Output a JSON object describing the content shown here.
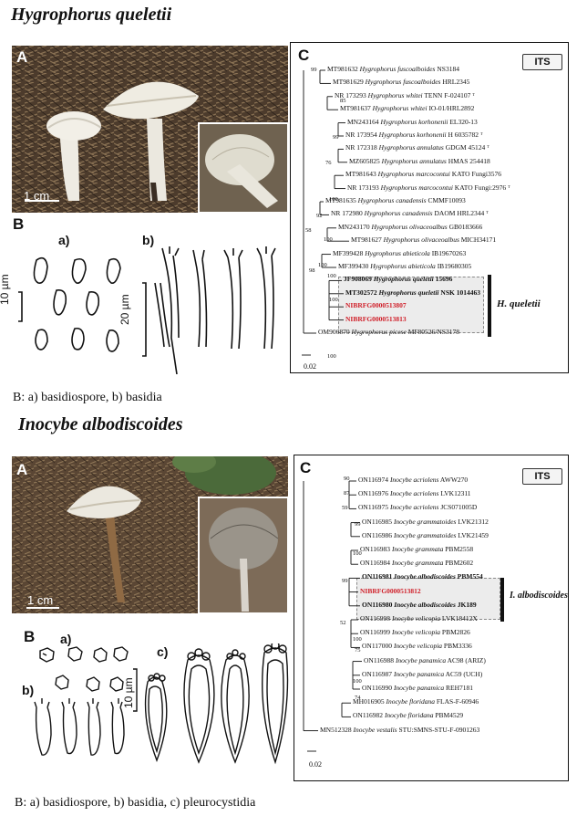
{
  "fig1": {
    "title": "Hygrophorus queletii",
    "panel_a": "A",
    "panel_b": "B",
    "panel_c": "C",
    "scale_photo": "1 cm",
    "b_a": "a)",
    "b_b": "b)",
    "scale_spore": "10 µm",
    "scale_basidia": "20 µm",
    "its": "ITS",
    "clade_label": "H. queletii",
    "scale_tree": "0.02",
    "caption": "B: a) basidiospore, b) basidia",
    "taxa": [
      {
        "acc": "MT981632",
        "name": "Hygrophorus fuscoalboides",
        "voucher": "NS3184"
      },
      {
        "acc": "MT981629",
        "name": "Hygrophorus fuscoalboides",
        "voucher": "HRL2345"
      },
      {
        "acc": "NR 173293",
        "name": "Hygrophorus whitei",
        "voucher": "TENN F-024107 ᵀ"
      },
      {
        "acc": "MT981637",
        "name": "Hygrophorus whitei",
        "voucher": "IO-01/HRL2892"
      },
      {
        "acc": "MN243164",
        "name": "Hygrophorus korhonenii",
        "voucher": "EL320-13"
      },
      {
        "acc": "NR 173954",
        "name": "Hygrophorus korhonenii",
        "voucher": "H 6035782 ᵀ"
      },
      {
        "acc": "NR 172318",
        "name": "Hygrophorus annulatus",
        "voucher": "GDGM 45124 ᵀ"
      },
      {
        "acc": "MZ605825",
        "name": "Hygrophorus annulatus",
        "voucher": "HMAS 254418"
      },
      {
        "acc": "MT981643",
        "name": "Hygrophorus marcocontui",
        "voucher": "KATO Fungi3576"
      },
      {
        "acc": "NR 173193",
        "name": "Hygrophorus marcocontui",
        "voucher": "KATO Fungi:2976 ᵀ"
      },
      {
        "acc": "MT981635",
        "name": "Hygrophorus canadensis",
        "voucher": "CMMF10093"
      },
      {
        "acc": "NR 172980",
        "name": "Hygrophorus canadensis",
        "voucher": "DAOM HRL2344 ᵀ"
      },
      {
        "acc": "MN243170",
        "name": "Hygrophorus olivaceoalbus",
        "voucher": "GB0183666"
      },
      {
        "acc": "MT981627",
        "name": "Hygrophorus olivaceoalbus",
        "voucher": "MICH34171"
      },
      {
        "acc": "MF399428",
        "name": "Hygrophorus abieticola",
        "voucher": "IB19670263"
      },
      {
        "acc": "MF399430",
        "name": "Hygrophorus abieticola",
        "voucher": "IB19680305"
      },
      {
        "acc": "JF908069",
        "name": "Hygrophorus queletii",
        "voucher": "15696"
      },
      {
        "acc": "MT302572",
        "name": "Hygrophorus queletii",
        "voucher": "NSK 1014463"
      },
      {
        "acc": "NIBRFG0000513807",
        "name": "",
        "voucher": ""
      },
      {
        "acc": "NIBRFG0000513813",
        "name": "",
        "voucher": ""
      },
      {
        "acc": "OM906870",
        "name": "Hygrophorus picese",
        "voucher": "MF80526/NS3178"
      }
    ],
    "bootstrap": [
      "99",
      "85",
      "99",
      "76",
      "100",
      "92",
      "100",
      "58",
      "100",
      "98",
      "100",
      "100",
      "100"
    ]
  },
  "fig2": {
    "title": "Inocybe albodiscoides",
    "panel_a": "A",
    "panel_b": "B",
    "panel_c": "C",
    "scale_photo": "1 cm",
    "b_a": "a)",
    "b_b": "b)",
    "b_c": "c)",
    "scale_spore": "10 µm",
    "its": "ITS",
    "clade_label": "I. albodiscoides",
    "scale_tree": "0.02",
    "caption": "B: a) basidiospore, b) basidia, c) pleurocystidia",
    "taxa": [
      {
        "acc": "ON116974",
        "name": "Inocybe acriolens",
        "voucher": "AWW270"
      },
      {
        "acc": "ON116976",
        "name": "Inocybe acriolens",
        "voucher": "LVK12311"
      },
      {
        "acc": "ON116975",
        "name": "Inocybe acriolens",
        "voucher": "JCS071005D"
      },
      {
        "acc": "ON116985",
        "name": "Inocybe grammatoides",
        "voucher": "LVK21312"
      },
      {
        "acc": "ON116986",
        "name": "Inocybe grammatoides",
        "voucher": "LVK21459"
      },
      {
        "acc": "ON116983",
        "name": "Inocybe grammata",
        "voucher": "PBM2558"
      },
      {
        "acc": "ON116984",
        "name": "Inocybe grammata",
        "voucher": "PBM2602"
      },
      {
        "acc": "ON116981",
        "name": "Inocybe albodiscoides",
        "voucher": "PBM554"
      },
      {
        "acc": "NIBRFG0000513812",
        "name": "",
        "voucher": ""
      },
      {
        "acc": "ON116980",
        "name": "Inocybe albodiscoides",
        "voucher": "JK189"
      },
      {
        "acc": "ON116998",
        "name": "Inocybe velicopia",
        "voucher": "LVK18412X"
      },
      {
        "acc": "ON116999",
        "name": "Inocybe velicopia",
        "voucher": "PBM2826"
      },
      {
        "acc": "ON117000",
        "name": "Inocybe velicopia",
        "voucher": "PBM3336"
      },
      {
        "acc": "ON116988",
        "name": "Inocybe panamica",
        "voucher": "AC98 (ARIZ)"
      },
      {
        "acc": "ON116987",
        "name": "Inocybe panamica",
        "voucher": "AC59 (UCH)"
      },
      {
        "acc": "ON116990",
        "name": "Inocybe panamica",
        "voucher": "REH7181"
      },
      {
        "acc": "MH016905",
        "name": "Inocybe floridana",
        "voucher": "FLAS-F-60946"
      },
      {
        "acc": "ON116982",
        "name": "Inocybe floridana",
        "voucher": "PBM4529"
      },
      {
        "acc": "MN512328",
        "name": "Inocybe vestalis",
        "voucher": "STU:SMNS-STU-F-0901263"
      }
    ],
    "bootstrap": [
      "90",
      "87",
      "59",
      "99",
      "100",
      "99",
      "52",
      "100",
      "75",
      "100",
      "74"
    ]
  },
  "colors": {
    "highlight": "#d0202a",
    "clade_box": "#ececec",
    "cap": "#e9e6dc",
    "litter": "#4a3a2c"
  }
}
